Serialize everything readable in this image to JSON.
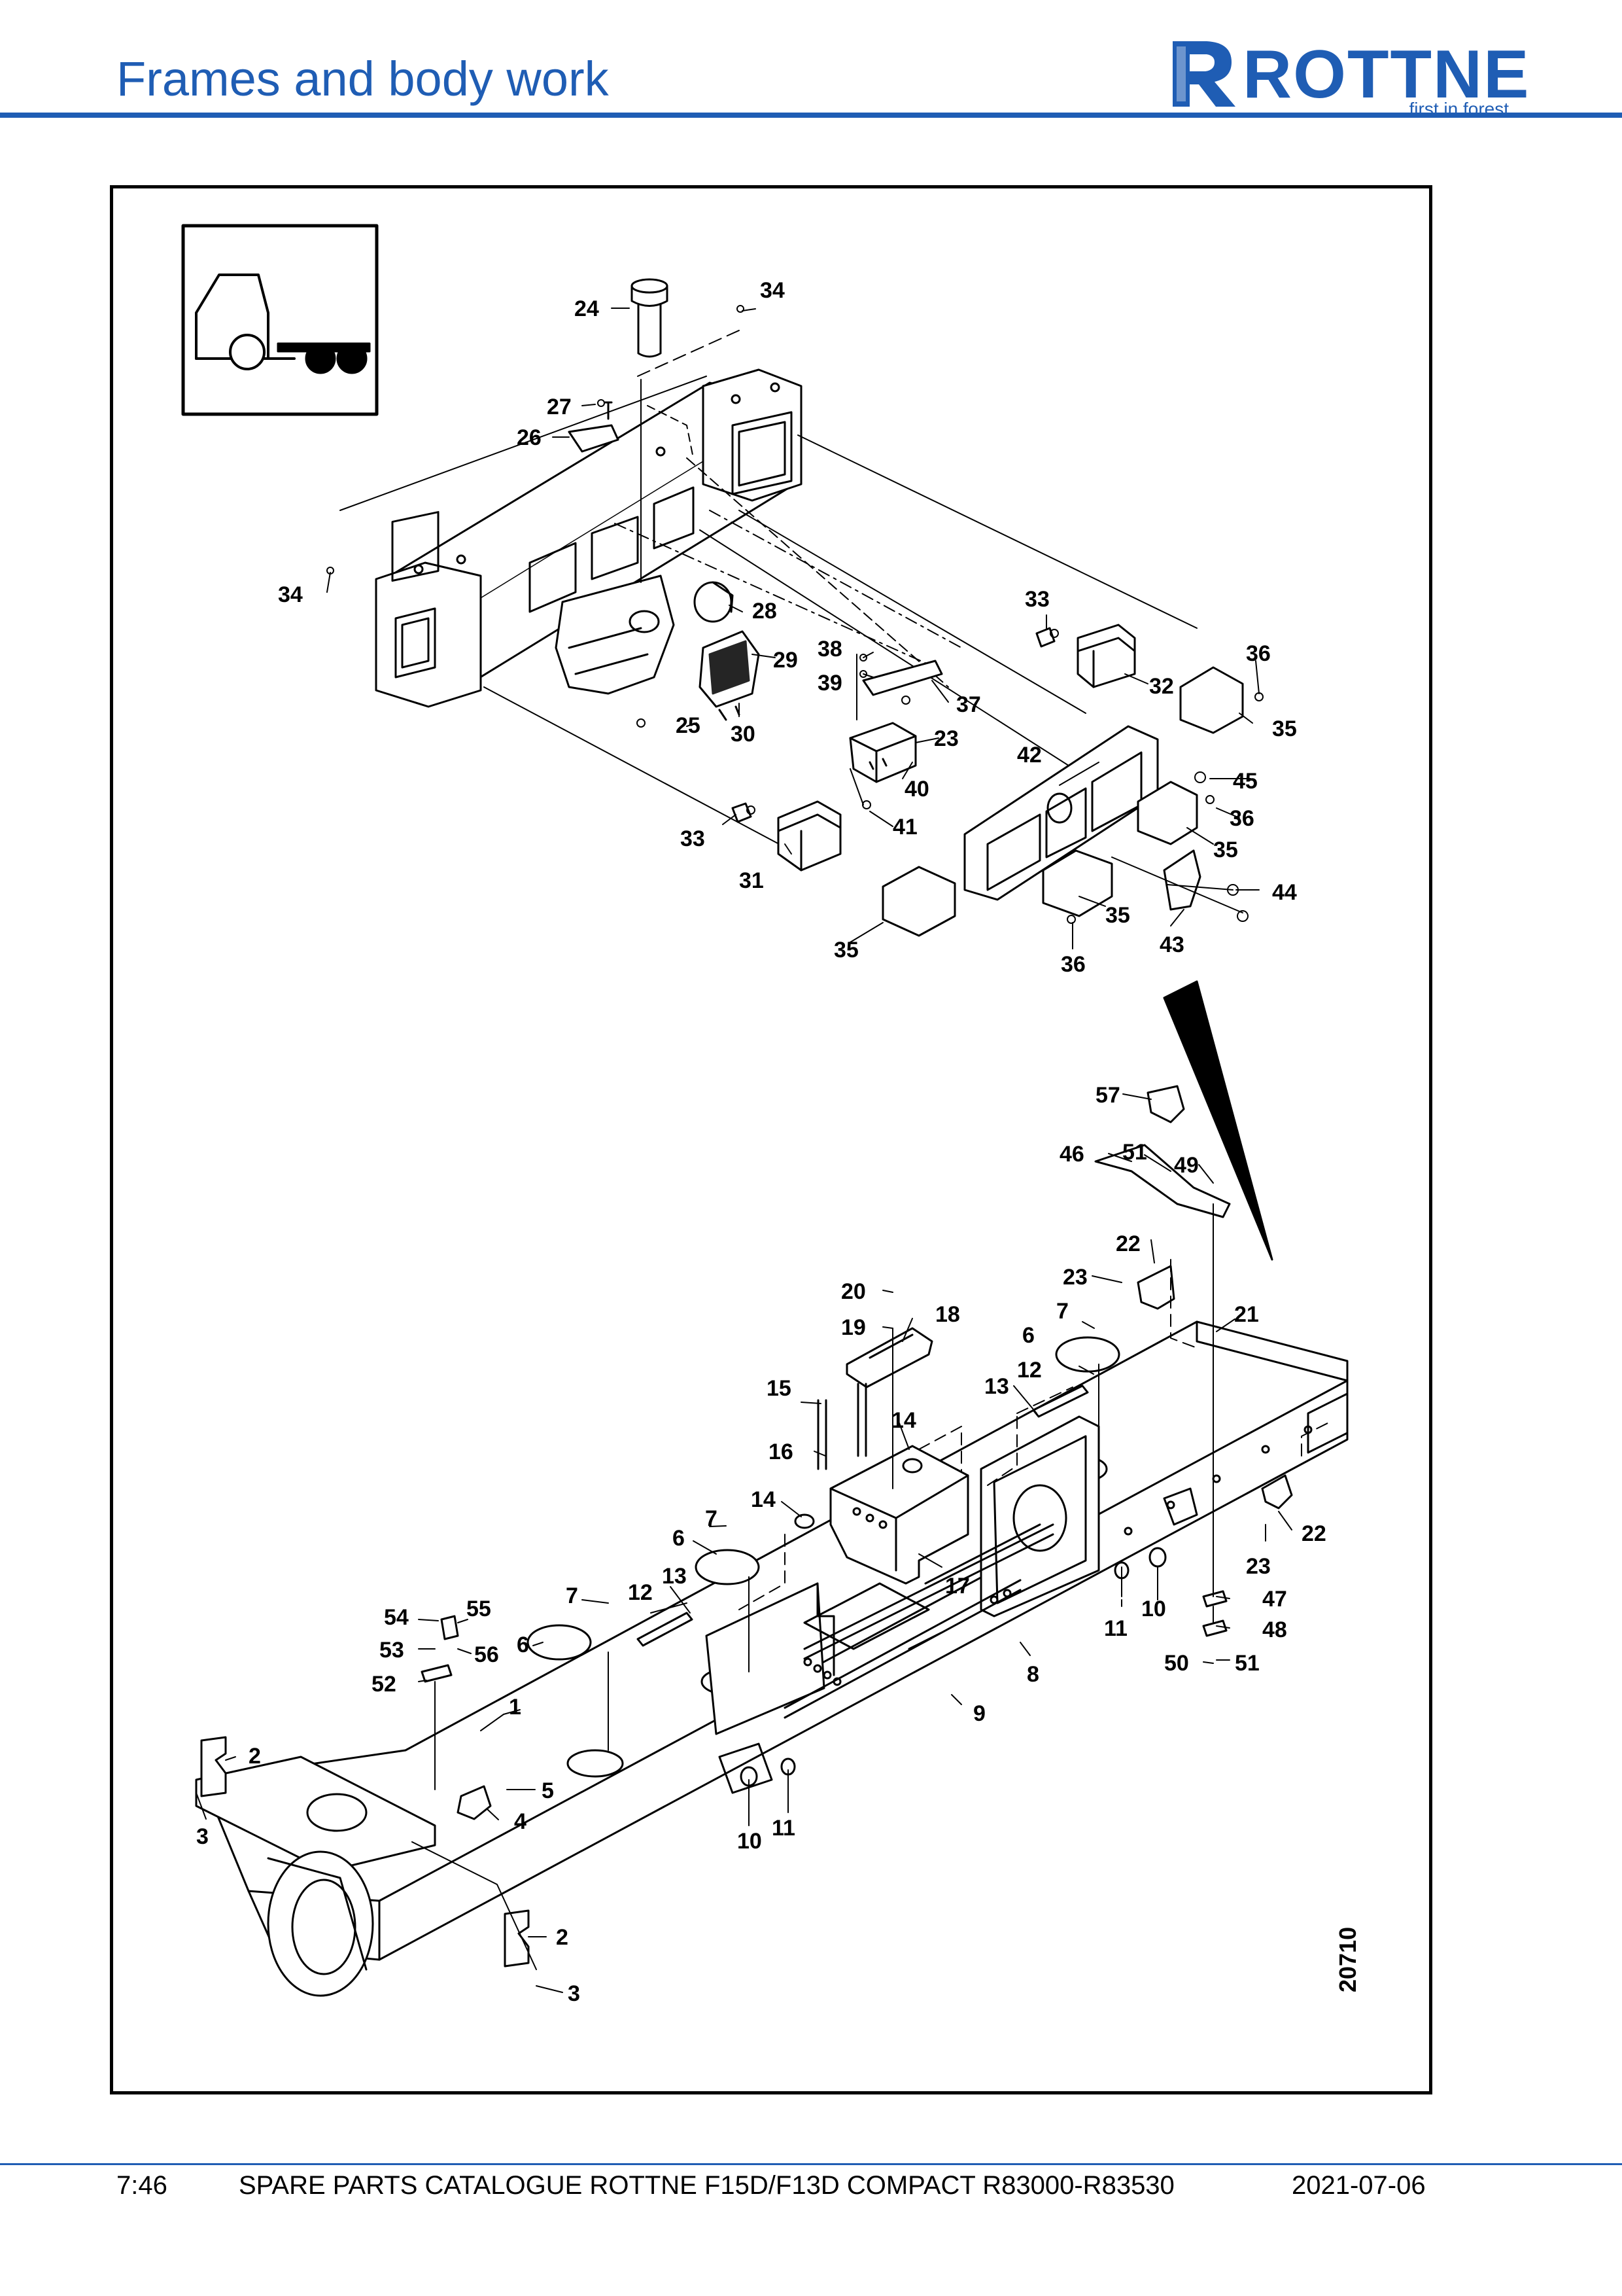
{
  "header": {
    "title": "Frames and body work",
    "brand": "ROTTNE",
    "tagline": "first in forest",
    "brand_color": "#1f5db4"
  },
  "footer": {
    "page": "7:46",
    "catalogue": "SPARE PARTS CATALOGUE ROTTNE F15D/F13D COMPACT R83000-R83530",
    "date": "2021-07-06"
  },
  "figure": {
    "number": "20710",
    "icon": "forwarder-rear-frame-icon"
  },
  "callouts": {
    "c1": "1",
    "c2a": "2",
    "c2b": "2",
    "c3a": "3",
    "c3b": "3",
    "c4": "4",
    "c5": "5",
    "c6a": "6",
    "c6b": "6",
    "c6c": "6",
    "c7a": "7",
    "c7b": "7",
    "c7c": "7",
    "c8": "8",
    "c9": "9",
    "c10a": "10",
    "c10b": "10",
    "c11a": "11",
    "c11b": "11",
    "c12a": "12",
    "c12b": "12",
    "c13a": "13",
    "c13b": "13",
    "c14a": "14",
    "c14b": "14",
    "c15": "15",
    "c16": "16",
    "c17": "17",
    "c18": "18",
    "c19": "19",
    "c20": "20",
    "c21": "21",
    "c22a": "22",
    "c22b": "22",
    "c23a": "23",
    "c23b": "23",
    "c23c": "23",
    "c24": "24",
    "c25": "25",
    "c26": "26",
    "c27": "27",
    "c28": "28",
    "c29": "29",
    "c30": "30",
    "c31": "31",
    "c32": "32",
    "c33a": "33",
    "c33b": "33",
    "c34a": "34",
    "c34b": "34",
    "c35a": "35",
    "c35b": "35",
    "c35c": "35",
    "c35d": "35",
    "c36a": "36",
    "c36b": "36",
    "c36c": "36",
    "c37": "37",
    "c38": "38",
    "c39": "39",
    "c40": "40",
    "c41": "41",
    "c42": "42",
    "c43": "43",
    "c44": "44",
    "c45": "45",
    "c46": "46",
    "c47": "47",
    "c48": "48",
    "c49": "49",
    "c50": "50",
    "c51a": "51",
    "c51b": "51",
    "c52": "52",
    "c53": "53",
    "c54": "54",
    "c55": "55",
    "c56": "56",
    "c57": "57"
  }
}
